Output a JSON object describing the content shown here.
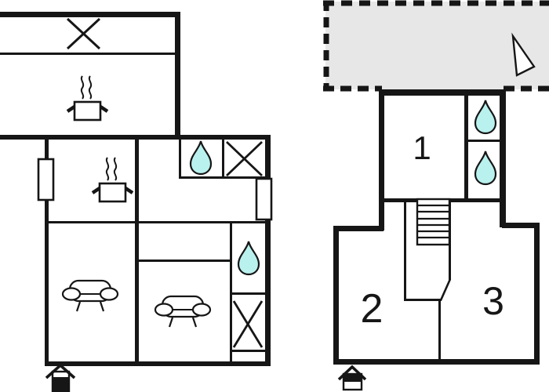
{
  "document": {
    "type": "floor-plan",
    "floors": 2
  },
  "colors": {
    "line": "#161616",
    "water_drop": "#b9f1ee",
    "terrace": "#e7e7e7",
    "background": "#ffffff"
  },
  "rooms": {
    "room1": {
      "label": "1"
    },
    "room2": {
      "label": "2"
    },
    "room3": {
      "label": "3"
    }
  },
  "icons": {
    "wardrobe-x": "box with diagonal cross",
    "stove": "pot with steam",
    "water-drop": "teardrop (bath/shower)",
    "sofa": "sofa top view",
    "stairs": "staircase with treads",
    "window": "white rectangle on wall",
    "entrance": "house with arrow",
    "north-arrow": "white triangle",
    "terrace": "gray dashed outdoor area"
  }
}
